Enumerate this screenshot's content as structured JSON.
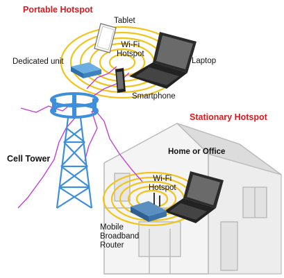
{
  "headings": {
    "portable": "Portable Hotspot",
    "stationary": "Stationary Hotspot"
  },
  "labels": {
    "tablet": "Tablet",
    "wifi_hotspot_top": [
      "Wi-Fi",
      "Hotspot"
    ],
    "laptop": "Laptop",
    "dedicated_unit": "Dedicated unit",
    "smartphone": "Smartphone",
    "cell_tower": "Cell Tower",
    "home_or_office": "Home or Office",
    "wifi_hotspot_bottom": [
      "Wi-Fi",
      "Hotspot"
    ],
    "router": [
      "Mobile",
      "Broadband",
      "Router"
    ]
  },
  "colors": {
    "heading": "#e0161b",
    "wifi_rings": "#f0c419",
    "signal": "#c33fd6",
    "tower": "#3d8fdc",
    "house": "#b9b9b9",
    "device_body": "#2a2a2a",
    "dedicated_unit": "#4a90c8"
  },
  "icons": [
    "tablet-icon",
    "laptop-icon",
    "smartphone-icon",
    "dedicated-unit-icon",
    "cell-tower-icon",
    "house-icon",
    "router-icon",
    "signal-bolt-icon"
  ]
}
